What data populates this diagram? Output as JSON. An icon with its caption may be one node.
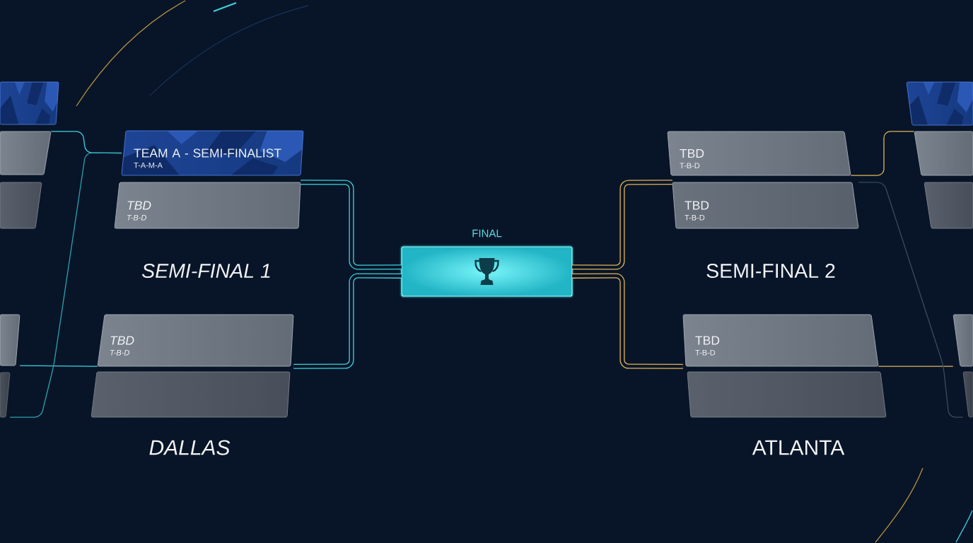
{
  "diagram": {
    "nodes": [
      {
        "text": [],
        "shape": "box"
      },
      {
        "text": [],
        "shape": "box"
      },
      {
        "text": [],
        "shape": "box"
      },
      {
        "text": [],
        "shape": "box"
      },
      {
        "text": [],
        "shape": "box"
      },
      {
        "text": [
          "TEAM A - SEMI-FINALIST",
          "T-A-M-A"
        ]
      },
      {
        "text": [
          "TBD",
          "T-B-D"
        ]
      },
      {
        "text": [
          "TBD",
          "T-B-D"
        ]
      },
      {
        "text": [],
        "shape": "box"
      },
      {
        "text": [
          "FINAL"
        ]
      },
      {
        "text": [
          "TBD",
          "T-B-D"
        ]
      },
      {
        "text": [
          "TBD",
          "T-B-D"
        ]
      },
      {
        "text": [
          "TBD",
          "T-B-D"
        ]
      },
      {
        "text": [],
        "shape": "box"
      },
      {
        "text": [],
        "shape": "box"
      },
      {
        "text": [],
        "shape": "box"
      },
      {
        "text": [],
        "shape": "box"
      },
      {
        "text": [],
        "shape": "box"
      },
      {
        "text": [],
        "shape": "box"
      }
    ],
    "edges": [
      {
        "from": 6,
        "to": 9,
        "arrow": "none",
        "style": "thick",
        "color": "#3fd3de"
      },
      {
        "from": 7,
        "to": 9,
        "arrow": "none",
        "style": "thick",
        "color": "#3fd3de"
      },
      {
        "from": 11,
        "to": 9,
        "arrow": "none",
        "style": "thick",
        "color": "#e0b45c"
      },
      {
        "from": 12,
        "to": 9,
        "arrow": "none",
        "style": "thick",
        "color": "#e0b45c"
      },
      {
        "from": 1,
        "to": 5,
        "arrow": "none",
        "color": "#3fd3de"
      },
      {
        "from": 3,
        "to": 7,
        "arrow": "none",
        "color": "#3fd3de"
      },
      {
        "from": 4,
        "to": 5,
        "arrow": "none",
        "color": "#2b9fae"
      },
      {
        "from": 10,
        "to": 15,
        "arrow": "none",
        "color": "#e0b45c"
      },
      {
        "from": 12,
        "to": 17,
        "arrow": "none",
        "color": "#e0b45c"
      },
      {
        "from": 11,
        "to": 18,
        "arrow": "none",
        "color": "#3a4a5c"
      }
    ],
    "labels": [
      "SEMI-FINAL 1",
      "SEMI-FINAL 2",
      "DALLAS",
      "ATLANTA"
    ]
  }
}
